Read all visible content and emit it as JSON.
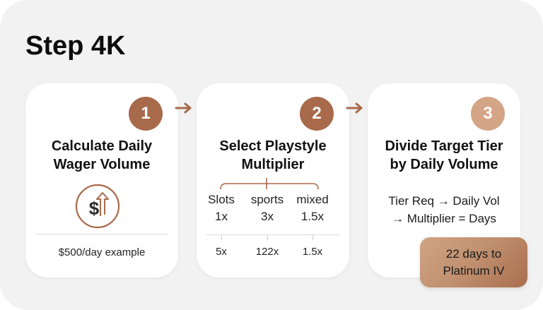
{
  "title": "Step 4K",
  "colors": {
    "accent_dark": "#a86a4a",
    "accent_mid": "#a86a4a",
    "accent_light": "#d4a487",
    "arrow": "#a86a4a"
  },
  "steps": [
    {
      "number": "1",
      "title_line1": "Calculate Daily",
      "title_line2": "Wager Volume",
      "icon": "dollar-up-arrow-icon",
      "footer": "$500/day example"
    },
    {
      "number": "2",
      "title_line1": "Select Playstyle",
      "title_line2": "Multiplier",
      "options": [
        {
          "label": "Slots",
          "multiplier": "1x",
          "footer": "5x"
        },
        {
          "label": "sports",
          "multiplier": "3x",
          "footer": "122x"
        },
        {
          "label": "mixed",
          "multiplier": "1.5x",
          "footer": "1.5x"
        }
      ]
    },
    {
      "number": "3",
      "title_line1": "Divide Target Tier",
      "title_line2": "by Daily Volume",
      "formula_line1": "Tier Req → Daily Vol",
      "formula_line2": "→ Multiplier = Days"
    }
  ],
  "result": {
    "line1": "22 days to",
    "line2": "Platinum IV"
  }
}
